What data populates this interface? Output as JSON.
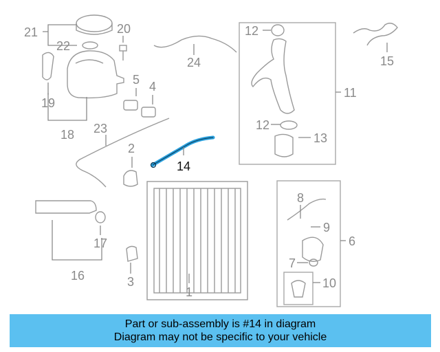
{
  "colors": {
    "highlight": "#2aa0dd",
    "banner": "#5bc0f0"
  },
  "callouts": {
    "c1": "1",
    "c2": "2",
    "c3": "3",
    "c4": "4",
    "c5": "5",
    "c6": "6",
    "c7": "7",
    "c8": "8",
    "c9": "9",
    "c10": "10",
    "c11": "11",
    "c12a": "12",
    "c12b": "12",
    "c13": "13",
    "c14": "14",
    "c15": "15",
    "c16": "16",
    "c17": "17",
    "c18": "18",
    "c19": "19",
    "c20": "20",
    "c21": "21",
    "c22": "22",
    "c23": "23",
    "c24": "24"
  },
  "banner": {
    "line1": "Part or sub-assembly is #14 in diagram",
    "line2": "Diagram may not be specific to your vehicle"
  }
}
